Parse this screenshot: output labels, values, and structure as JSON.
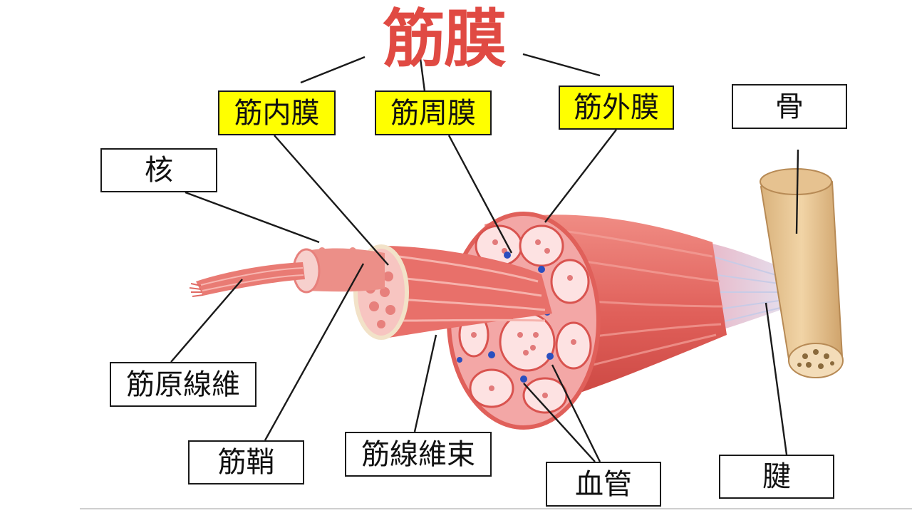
{
  "title": "筋膜",
  "labels": {
    "endomysium": "筋内膜",
    "perimysium": "筋周膜",
    "epimysium": "筋外膜",
    "bone": "骨",
    "nucleus": "核",
    "myofibril": "筋原線維",
    "sarcolemma": "筋鞘",
    "fascicle": "筋線維束",
    "blood_vessel": "血管",
    "tendon": "腱"
  },
  "colors": {
    "title": "#e04a43",
    "highlight": "#ffff00",
    "muscle": "#e8706a",
    "muscle_light": "#f5b3ae",
    "bone": "#e8c89a",
    "vessel": "#2a4fbf",
    "tendon": "#d9d9ee"
  }
}
